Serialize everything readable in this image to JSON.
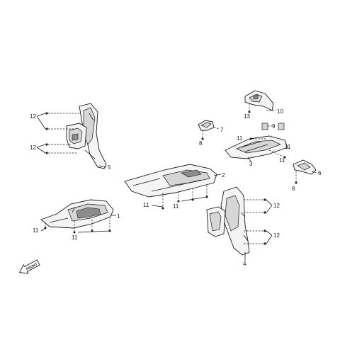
{
  "diagram": {
    "callouts": {
      "c1": "1",
      "c2": "2",
      "c3": "3",
      "c4": "4",
      "c5": "5",
      "c6": "6",
      "c7": "7",
      "c8a": "8",
      "c8b": "8",
      "c9": "9",
      "c10": "10",
      "c11a": "11",
      "c11b": "11",
      "c11c": "11",
      "c11d": "11",
      "c11e": "11",
      "c11f": "11",
      "c11g": "11",
      "c12a": "12",
      "c12b": "12",
      "c12c": "12",
      "c12d": "12",
      "c13": "13"
    },
    "front_marker": "FRONT"
  }
}
